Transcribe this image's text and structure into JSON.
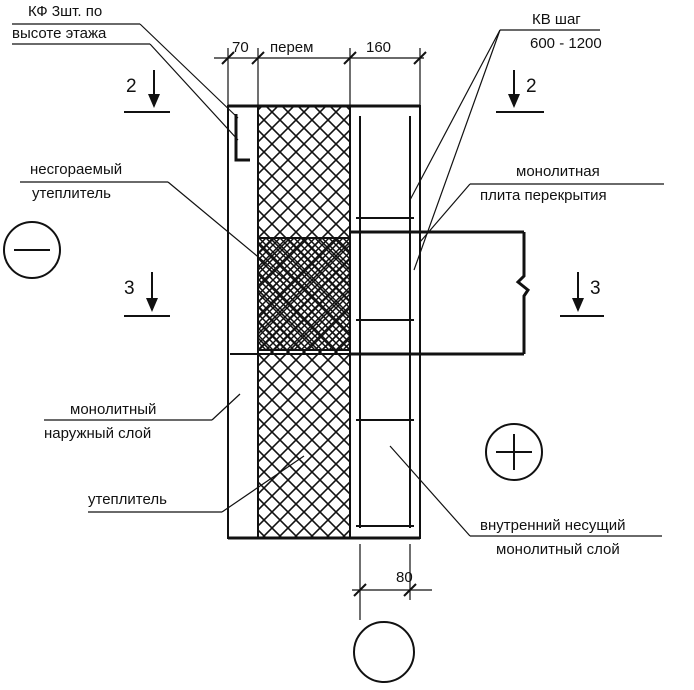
{
  "labels": {
    "kf_line1": "КФ 3шт. по",
    "kf_line2": "высоте этажа",
    "kv_line1": "КВ шаг",
    "kv_line2": "600 - 1200",
    "noncomb_line1": "несгораемый",
    "noncomb_line2": "утеплитель",
    "slab_line1": "монолитная",
    "slab_line2": "плита перекрытия",
    "outer_line1": "монолитный",
    "outer_line2": "наружный слой",
    "insul": "утеплитель",
    "inner_line1": "внутренний несущий",
    "inner_line2": "монолитный слой"
  },
  "dimensions": {
    "d1": "70",
    "d2": "перем",
    "d3": "160",
    "d4": "80"
  },
  "sections": {
    "left_top": "2",
    "right_top": "2",
    "left_mid": "3",
    "right_mid": "3"
  },
  "symbols": {
    "minus": "−",
    "plus": "+"
  }
}
